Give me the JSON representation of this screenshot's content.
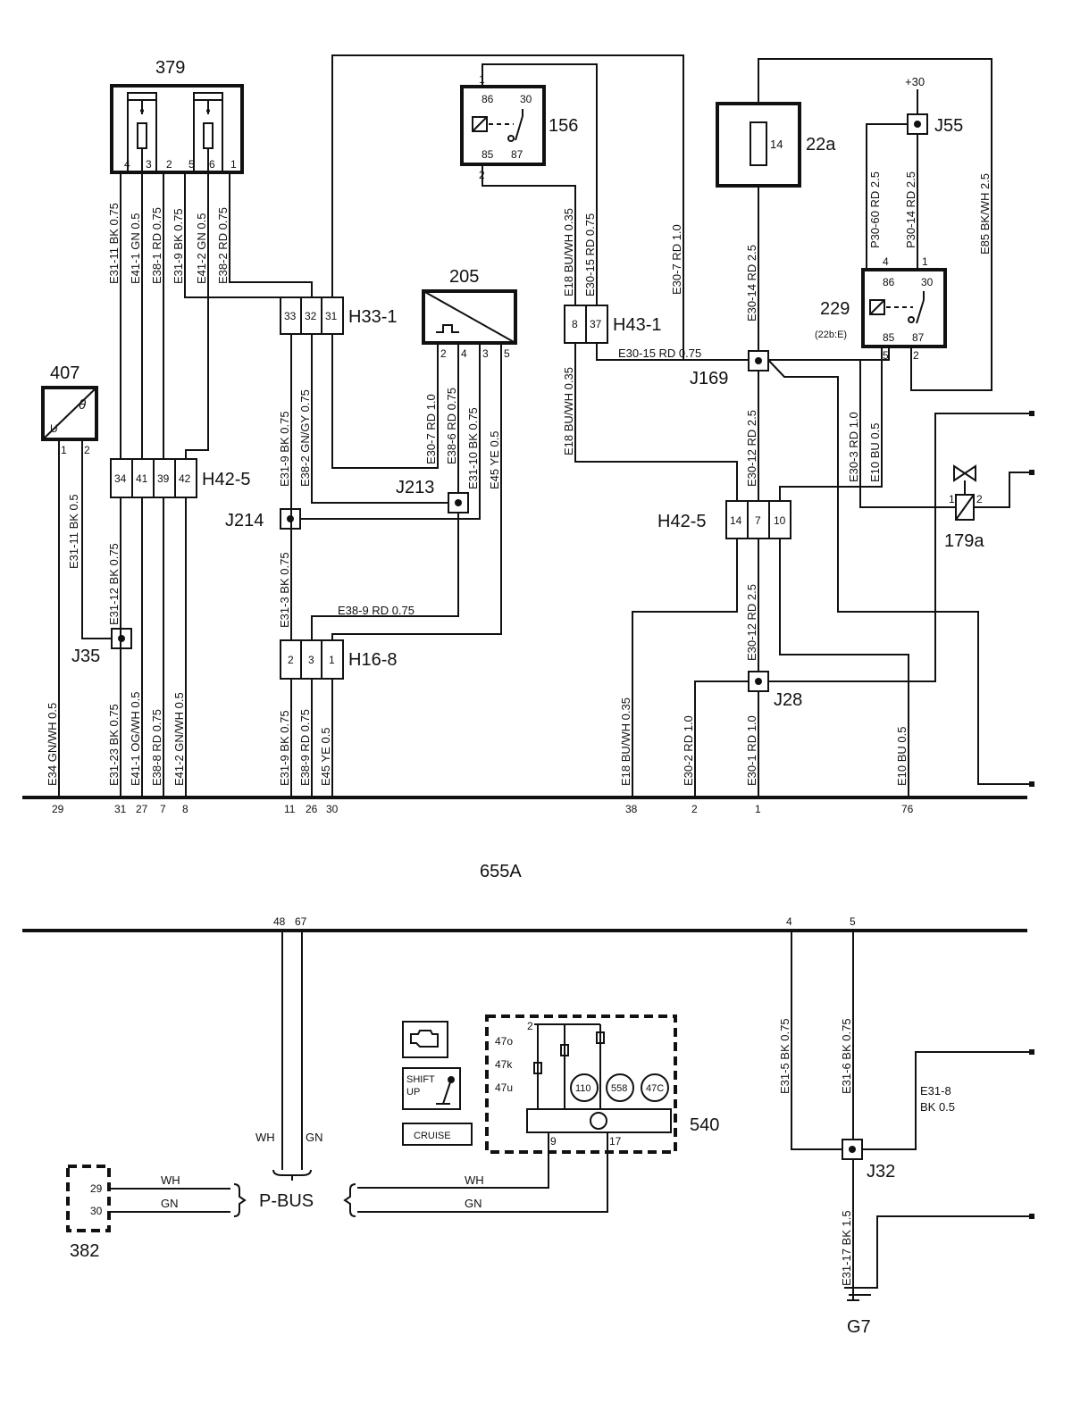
{
  "title": "655A",
  "bus_label": "P-BUS",
  "components": {
    "c379": "379",
    "c407": "407",
    "c205": "205",
    "c156": "156",
    "c22a": "22a",
    "c22a_fuse": "14",
    "c229": "229",
    "c229_sub": "(22b:E)",
    "c179a": "179a",
    "c540": "540",
    "c382": "382",
    "plus30": "+30"
  },
  "connectors": {
    "H33_1": "H33-1",
    "H42_5_left": "H42-5",
    "H42_5_right": "H42-5",
    "H43_1": "H43-1",
    "H16_8": "H16-8"
  },
  "joints": {
    "J35": "J35",
    "J213": "J213",
    "J214": "J214",
    "J169": "J169",
    "J28": "J28",
    "J55": "J55",
    "J32": "J32",
    "G7": "G7"
  },
  "relay_pins": {
    "p86": "86",
    "p30": "30",
    "p85": "85",
    "p87": "87"
  },
  "comp379_pins": [
    "4",
    "3",
    "2",
    "5",
    "6",
    "1"
  ],
  "comp407_pins": [
    "1",
    "2"
  ],
  "comp205_pins": [
    "2",
    "4",
    "3",
    "5"
  ],
  "comp156_pins": [
    "1",
    "2"
  ],
  "comp229_pins": [
    "4",
    "1",
    "5",
    "2"
  ],
  "comp179a_pins": [
    "1",
    "2"
  ],
  "comp540_pins": [
    "2",
    "9",
    "17"
  ],
  "comp540_leds": [
    "47o",
    "47k",
    "47u"
  ],
  "comp540_gauges": [
    "110",
    "558",
    "47C"
  ],
  "icons": {
    "shift": "SHIFT",
    "up": "UP",
    "cruise": "CRUISE"
  },
  "pins": {
    "H33_1": [
      "33",
      "32",
      "31"
    ],
    "H42_5_left": [
      "34",
      "41",
      "39",
      "42"
    ],
    "H43_1": [
      "8",
      "37"
    ],
    "H16_8": [
      "2",
      "3",
      "1"
    ],
    "H42_5_right": [
      "14",
      "7",
      "10"
    ]
  },
  "wires": {
    "w_e31_11_top": "E31-11 BK 0.75",
    "w_e41_1_top": "E41-1 GN 0.5",
    "w_e38_1": "E38-1 RD 0.75",
    "w_e31_9_top": "E31-9 BK 0.75",
    "w_e41_2_top": "E41-2 GN 0.5",
    "w_e38_2_top": "E38-2 RD 0.75",
    "w_e31_11_407": "E31-11 BK 0.5",
    "w_e31_12": "E31-12 BK 0.75",
    "w_e34": "E34 GN/WH 0.5",
    "w_e31_23": "E31-23 BK 0.75",
    "w_e41_1_bot": "E41-1 OG/WH 0.5",
    "w_e38_8": "E38-8 RD 0.75",
    "w_e41_2_bot": "E41-2 GN/WH 0.5",
    "w_e31_9_mid": "E31-9 BK 0.75",
    "w_e38_2_mid": "E38-2 GN/GY 0.75",
    "w_e31_3": "E31-3 BK 0.75",
    "w_e30_7_205": "E30-7 RD 1.0",
    "w_e38_6": "E38-6 RD 0.75",
    "w_e31_10": "E31-10 BK 0.75",
    "w_e45_top": "E45 YE 0.5",
    "w_e38_9_h": "E38-9 RD 0.75",
    "w_e31_9_bot": "E31-9 BK 0.75",
    "w_e38_9_bot": "E38-9 RD 0.75",
    "w_e45_bot": "E45 YE 0.5",
    "w_e18_top": "E18 BU/WH 0.35",
    "w_e30_15_v": "E30-15 RD 0.75",
    "w_e18_mid": "E18 BU/WH 0.35",
    "w_e30_15_h": "E30-15 RD 0.75",
    "w_e30_7_top": "E30-7 RD 1.0",
    "w_e30_14_top": "E30-14 RD 2.5",
    "w_e30_12_top": "E30-12 RD 2.5",
    "w_e30_12_bot": "E30-12 RD 2.5",
    "w_e18_bot": "E18 BU/WH 0.35",
    "w_e30_2": "E30-2 RD 1.0",
    "w_e30_1": "E30-1 RD 1.0",
    "w_e10_bot": "E10 BU 0.5",
    "w_p30_60": "P30-60 RD 2.5",
    "w_p30_14": "P30-14 RD 2.5",
    "w_e85": "E85 BK/WH 2.5",
    "w_e30_3": "E30-3 RD 1.0",
    "w_e10_top": "E10 BU 0.5",
    "w_e31_5": "E31-5 BK 0.75",
    "w_e31_6": "E31-6 BK 0.75",
    "w_e31_8_a": "E31-8",
    "w_e31_8_b": "BK 0.5",
    "w_e31_17": "E31-17 BK 1.5",
    "w_wh_bus": "WH",
    "w_gn_bus": "GN",
    "w_wh_382": "WH",
    "w_gn_382": "GN",
    "w_wh_540": "WH",
    "w_gn_540": "GN"
  },
  "bus_top_pins": [
    "29",
    "31",
    "27",
    "7",
    "8",
    "11",
    "26",
    "30",
    "38",
    "2",
    "1",
    "76"
  ],
  "bus_bot_pins": [
    "48",
    "67",
    "4",
    "5"
  ],
  "comp382_pins": [
    "29",
    "30"
  ]
}
